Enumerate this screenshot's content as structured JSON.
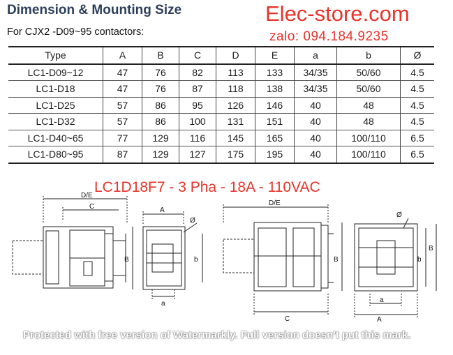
{
  "header": {
    "title": "Dimension & Mounting Size",
    "brand": "Elec-store.com",
    "phone": "zalo: 094.184.9235",
    "subtitle": "For CJX2 -D09~95 contactors:"
  },
  "table": {
    "columns": [
      "Type",
      "A",
      "B",
      "C",
      "D",
      "E",
      "a",
      "b",
      "Ø"
    ],
    "rows": [
      [
        "LC1-D09~12",
        "47",
        "76",
        "82",
        "113",
        "133",
        "34/35",
        "50/60",
        "4.5"
      ],
      [
        "LC1-D18",
        "47",
        "76",
        "87",
        "118",
        "138",
        "34/35",
        "50/60",
        "4.5"
      ],
      [
        "LC1-D25",
        "57",
        "86",
        "95",
        "126",
        "146",
        "40",
        "48",
        "4.5"
      ],
      [
        "LC1-D32",
        "57",
        "86",
        "100",
        "131",
        "151",
        "40",
        "48",
        "4.5"
      ],
      [
        "LC1-D40~65",
        "77",
        "129",
        "116",
        "145",
        "165",
        "40",
        "100/110",
        "6.5"
      ],
      [
        "LC1-D80~95",
        "87",
        "129",
        "127",
        "175",
        "195",
        "40",
        "100/110",
        "6.5"
      ]
    ]
  },
  "product_line": "LC1D18F7 - 3 Pha - 18A - 110VAC",
  "drawing_labels": {
    "de": "D/E",
    "c": "C",
    "a_upper": "A",
    "a_lower": "a",
    "b_upper": "B",
    "b_lower": "b",
    "phi": "Ø"
  },
  "watermark": "Protected with free version of Watermarkly. Full version doesn't put this mark.",
  "colors": {
    "brand_red": "#e8322a",
    "title_blue": "#2e3f5c"
  }
}
